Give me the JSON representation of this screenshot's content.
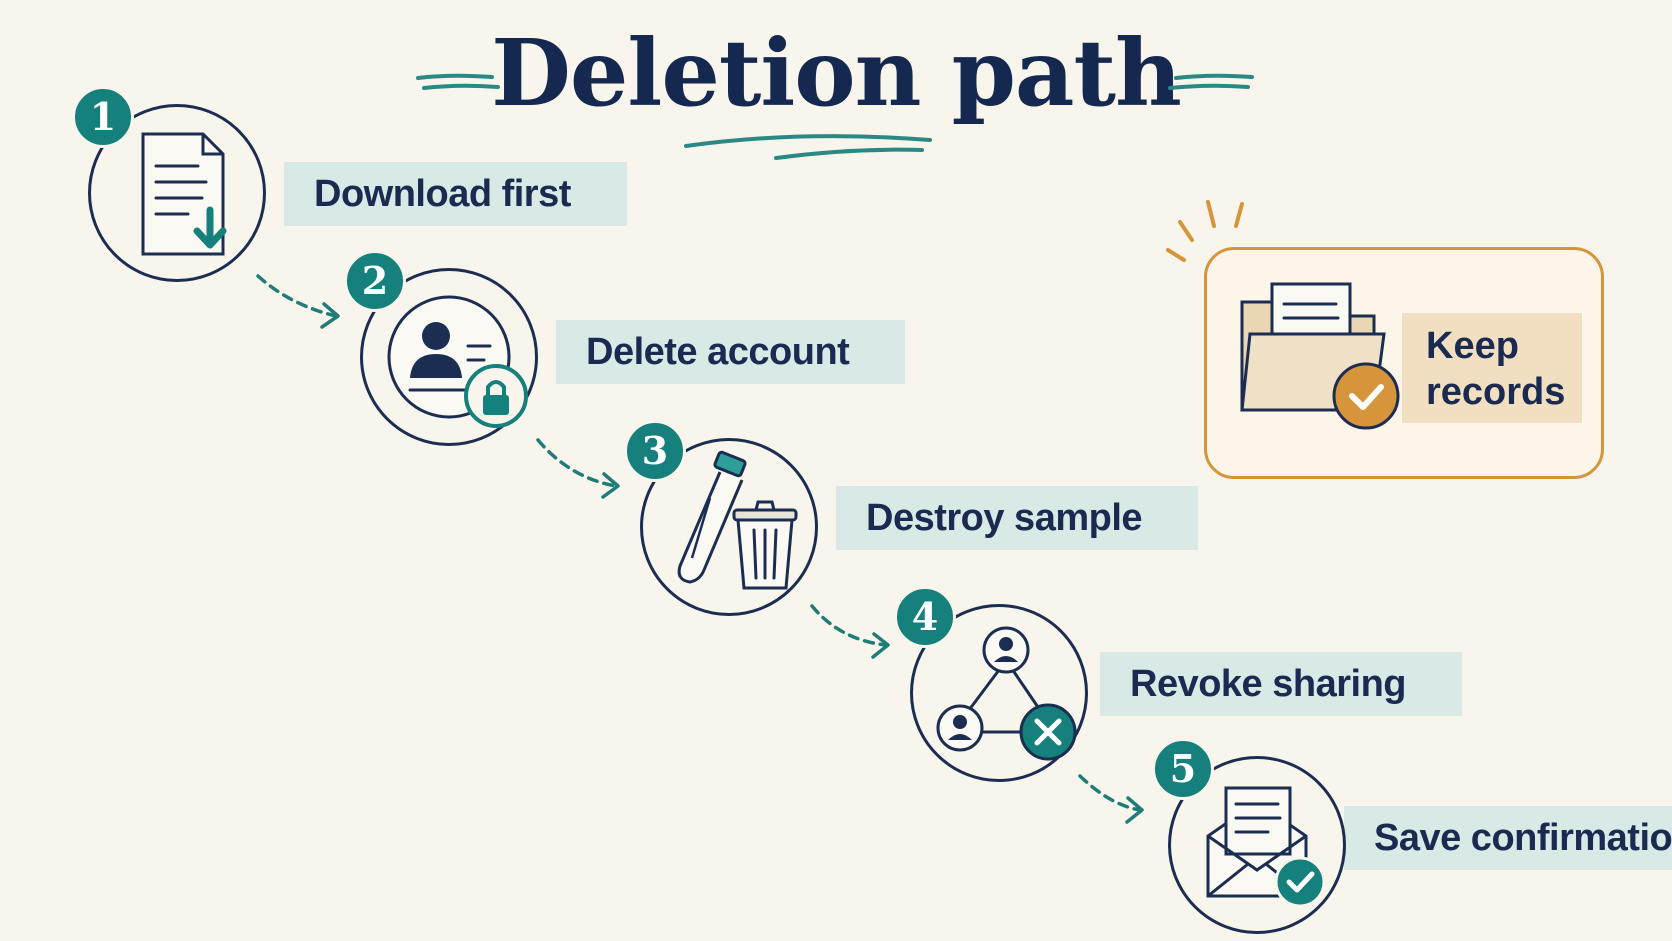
{
  "title": "Deletion path",
  "steps": [
    {
      "number": "1",
      "label": "Download first",
      "icon": "document-download-icon"
    },
    {
      "number": "2",
      "label": "Delete account",
      "icon": "account-lock-icon"
    },
    {
      "number": "3",
      "label": "Destroy sample",
      "icon": "sample-trash-icon"
    },
    {
      "number": "4",
      "label": "Revoke sharing",
      "icon": "sharing-revoke-icon"
    },
    {
      "number": "5",
      "label": "Save confirmation",
      "icon": "envelope-check-icon"
    }
  ],
  "keep": {
    "line1": "Keep",
    "line2": "records",
    "icon": "folder-check-icon"
  },
  "colors": {
    "navy": "#17294f",
    "teal": "#15807c",
    "label_bg": "#d9e9e6",
    "orange": "#d6953a",
    "cream": "#f8f5ec"
  }
}
